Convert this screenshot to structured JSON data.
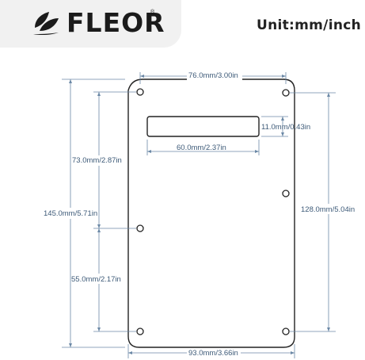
{
  "header": {
    "brand": "FLEOR",
    "registered_mark": "®",
    "unit_label": "Unit:mm/inch",
    "logo_icon": "leaf-icon"
  },
  "dimensions": {
    "top_width": "76.0mm/3.00in",
    "slot_height": "11.0mm/0.43in",
    "slot_width": "60.0mm/2.37in",
    "upper_hole_spacing": "73.0mm/2.87in",
    "total_height": "145.0mm/5.71in",
    "right_hole_spacing": "128.0mm/5.04in",
    "lower_hole_spacing": "55.0mm/2.17in",
    "bottom_width": "93.0mm/3.66in"
  },
  "colors": {
    "dimension_line": "#6b88a6",
    "dimension_text": "#3d5a78",
    "plate_outline": "#222222"
  }
}
